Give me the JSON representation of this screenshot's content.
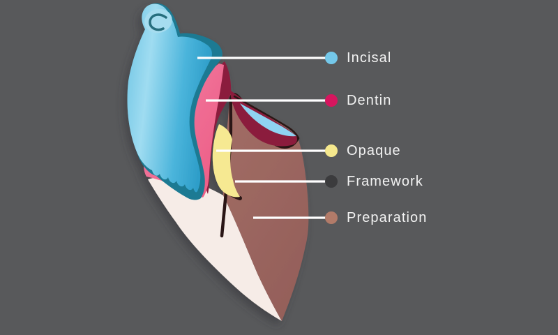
{
  "canvas": {
    "background": "#58595B"
  },
  "legend": {
    "line_color": "#FFFFFF",
    "text_color": "#F2F2F2",
    "items": [
      {
        "id": "incisal",
        "label": "Incisal",
        "dot_color": "#74C8EA"
      },
      {
        "id": "dentin",
        "label": "Dentin",
        "dot_color": "#D6155E"
      },
      {
        "id": "opaque",
        "label": "Opaque",
        "dot_color": "#F5E88D"
      },
      {
        "id": "framework",
        "label": "Framework",
        "dot_color": "#3B3B3D"
      },
      {
        "id": "preparation",
        "label": "Preparation",
        "dot_color": "#B27B69"
      }
    ]
  },
  "illustration": {
    "subject": "dental-crown-layer-cross-section",
    "layers": [
      {
        "name": "incisal-layer",
        "color": "#4FB8DD"
      },
      {
        "name": "dentin-layer",
        "color": "#EE5E86"
      },
      {
        "name": "opaque-layer",
        "color": "#F6E992"
      },
      {
        "name": "framework-layer",
        "color": "#8B1E3D"
      },
      {
        "name": "preparation-stump",
        "color": "#9B655F"
      },
      {
        "name": "natural-tooth",
        "color": "#F6ECE7"
      },
      {
        "name": "shadow-edge",
        "color": "#1B7A93"
      }
    ]
  }
}
